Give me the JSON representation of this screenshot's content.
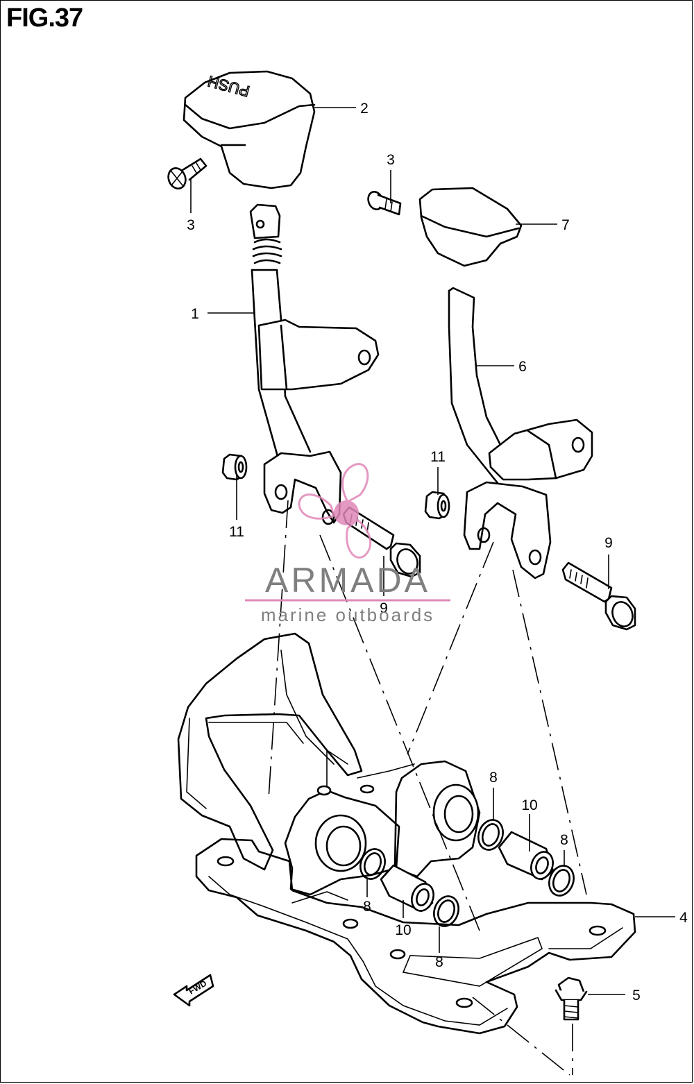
{
  "figure": {
    "title": "FIG.37"
  },
  "knob_print": "PUSH",
  "arrow_label": "FWD",
  "watermark": {
    "brand": "ARMADA",
    "tagline": "marine outboards",
    "accent_color": "#e088b8",
    "text_color": "#7f7f7f"
  },
  "callouts": [
    {
      "id": "c1",
      "label": "1"
    },
    {
      "id": "c2",
      "label": "2"
    },
    {
      "id": "c3a",
      "label": "3"
    },
    {
      "id": "c3b",
      "label": "3"
    },
    {
      "id": "c4",
      "label": "4"
    },
    {
      "id": "c5",
      "label": "5"
    },
    {
      "id": "c6",
      "label": "6"
    },
    {
      "id": "c7",
      "label": "7"
    },
    {
      "id": "c8a",
      "label": "8"
    },
    {
      "id": "c8b",
      "label": "8"
    },
    {
      "id": "c8c",
      "label": "8"
    },
    {
      "id": "c8d",
      "label": "8"
    },
    {
      "id": "c9a",
      "label": "9"
    },
    {
      "id": "c9b",
      "label": "9"
    },
    {
      "id": "c10a",
      "label": "10"
    },
    {
      "id": "c10b",
      "label": "10"
    },
    {
      "id": "c11a",
      "label": "11"
    },
    {
      "id": "c11b",
      "label": "11"
    }
  ]
}
